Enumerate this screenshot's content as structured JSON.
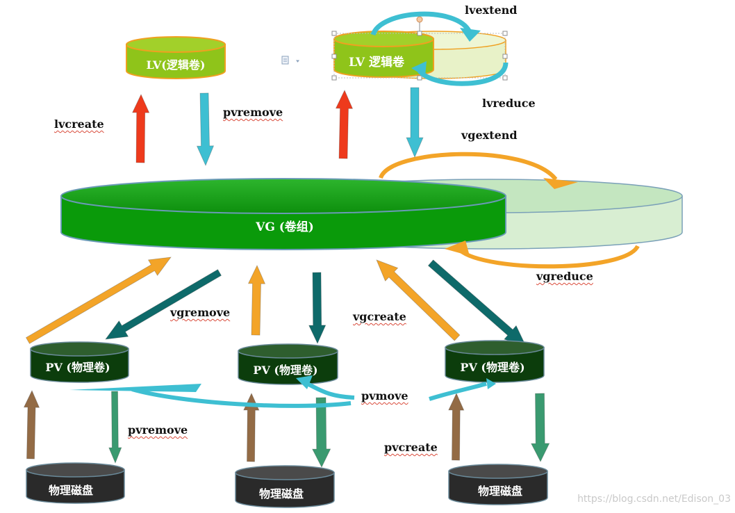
{
  "nodes": {
    "lv_left": "LV(逻辑卷)",
    "lv_right": "LV 逻辑卷",
    "vg": "VG (卷组)",
    "pv_left": "PV (物理卷)",
    "pv_mid": "PV (物理卷)",
    "pv_right": "PV (物理卷)",
    "disk_left": "物理磁盘",
    "disk_mid": "物理磁盘",
    "disk_right": "物理磁盘"
  },
  "labels": {
    "lvcreate": "lvcreate",
    "pvremove_top": "pvremove",
    "lvextend": "lvextend",
    "lvreduce": "lvreduce",
    "vgextend": "vgextend",
    "vgreduce": "vgreduce",
    "vgremove": "vgremove",
    "vgcreate": "vgcreate",
    "pvmove": "pvmove",
    "pvremove_bottom": "pvremove",
    "pvcreate": "pvcreate"
  },
  "watermark": "https://blog.csdn.net/Edison_03",
  "colors": {
    "lv_fill": "#8fc41a",
    "lv_border": "#f0a020",
    "vg_fill": "#0b9a0b",
    "vg_ext": "#d6ecd0",
    "pv_fill": "#0c3d0c",
    "disk_fill": "#2f2f2f",
    "arrow_red": "#ee3a1c",
    "arrow_cyan": "#3ebfd2",
    "arrow_orange": "#f3a428",
    "arrow_teal": "#0e6a6a",
    "arrow_brown": "#936b45",
    "arrow_green": "#3a9a70"
  }
}
